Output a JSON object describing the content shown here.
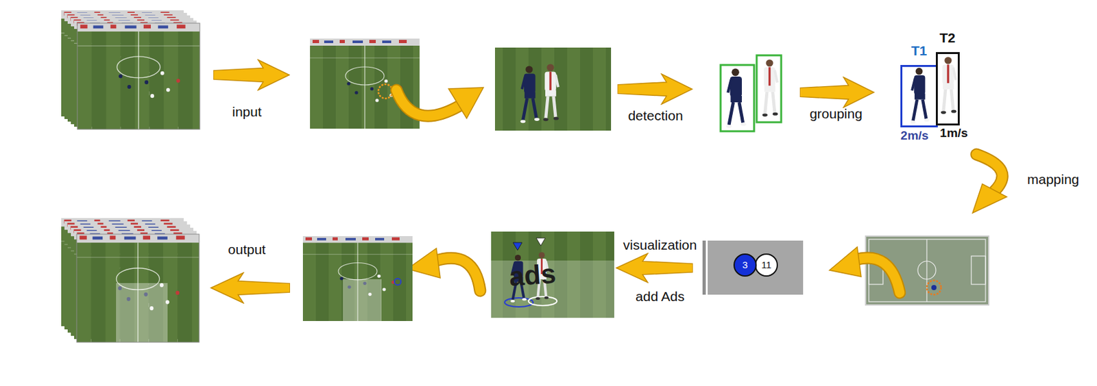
{
  "diagram": {
    "nodes": [
      {
        "text": [
          "T1",
          "2m/s"
        ]
      },
      {
        "text": [
          "T2",
          "1m/s"
        ]
      },
      {
        "text": [
          "3"
        ]
      },
      {
        "text": [
          "11"
        ]
      }
    ],
    "labels": [
      "input",
      "detection",
      "grouping",
      "mapping",
      "visualization",
      "add Ads",
      "output",
      "ads"
    ]
  }
}
